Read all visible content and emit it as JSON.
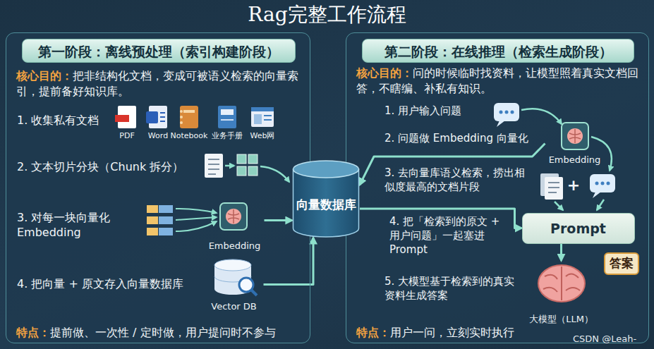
{
  "diagram": {
    "title": "Rag完整工作流程",
    "nodes": [
      {
        "text": [
          "第一阶段：离线预处理（索引构建阶段）",
          "核心目的：",
          "把非结构化文档，变成可被语义检索的向量索引，提前备好知识库。",
          "特点：",
          "提前做、一次性 / 定时做，用户提问时不参与"
        ]
      },
      {
        "text": [
          "第二阶段：在线推理（检索生成阶段）",
          "核心目的：",
          "问的时候临时找资料，让模型照着真实文档回答，不瞎编、补私有知识。",
          "特点：",
          "用户一问，立刻实时执行"
        ]
      },
      {
        "text": [
          "向量数据库"
        ]
      },
      {
        "text": [
          "Embedding"
        ],
        "in": 0
      },
      {
        "text": [
          "Vector DB"
        ],
        "in": 0
      },
      {
        "text": [
          "Embedding"
        ],
        "in": 1
      },
      {
        "text": [
          "Prompt"
        ],
        "in": 1
      },
      {
        "text": [
          "大模型（LLM）"
        ],
        "in": 1
      },
      {
        "text": [
          "答案"
        ],
        "in": 1
      }
    ],
    "edges": [
      {
        "from": 3,
        "to": 2,
        "arrow": "to"
      },
      {
        "from": 4,
        "to": 2,
        "arrow": "to"
      },
      {
        "from": 5,
        "to": 2,
        "arrow": "to"
      },
      {
        "from": 2,
        "to": 6,
        "arrow": "to"
      },
      {
        "from": 6,
        "to": 7,
        "arrow": "to"
      }
    ],
    "labels": [
      "1. 收集私有文档",
      "PDF",
      "Word",
      "Notebook",
      "业务手册",
      "Web网",
      "2. 文本切片分块（Chunk 拆分）",
      "3. 对每一块向量化 Embedding",
      "4. 把向量 + 原文存入向量数据库",
      "1. 用户输入问题",
      "2. 问题做 Embedding 向量化",
      "3. 去向量库语义检索，捞出相似度最高的文档片段",
      "+",
      "4. 把「检索到的原文 + 用户问题」一起塞进 Prompt",
      "5. 大模型基于检索到的真实资料生成答案",
      "CSDN @Leah-"
    ]
  }
}
